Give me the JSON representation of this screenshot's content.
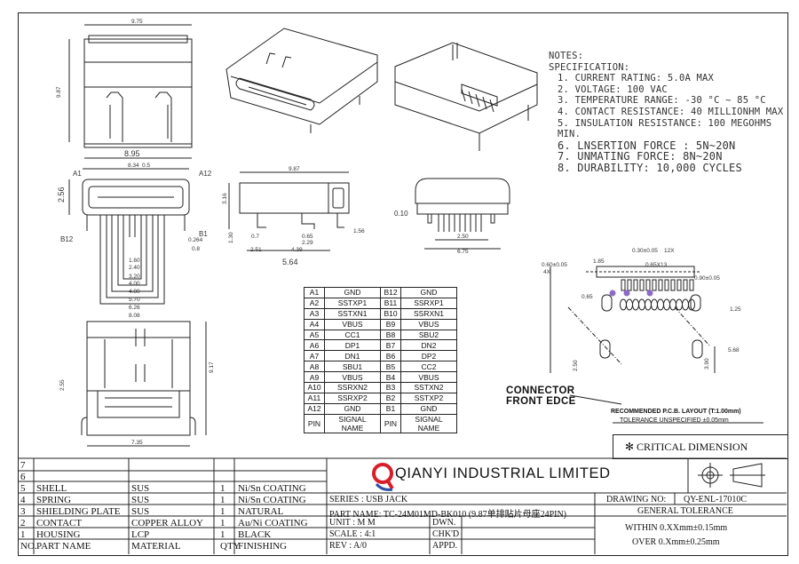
{
  "notes": {
    "heading1": "NOTES:",
    "heading2": "SPECIFICATION:",
    "items": [
      "1. CURRENT RATING: 5.0A MAX",
      "2. VOLTAGE: 100 VAC",
      "3. TEMPERATURE RANGE: -30 °C ~ 85 °C",
      "4. CONTACT RESISTANCE: 40 MILLIONHM MAX",
      "5. INSULATION RESISTANCE: 100 MEGOHMS MIN.",
      "6. LNSERTION FORCE : 5N~20N",
      "7. UNMATING FORCE: 8N~20N",
      "8. DURABILITY: 10,000 CYCLES"
    ]
  },
  "dimensions": {
    "top_width": "9.75",
    "top_height": "9.87",
    "top_bottom_width": "8.95",
    "front_a1": "A1",
    "front_a12": "A12",
    "front_b1": "B1",
    "front_b12": "B12",
    "front_width": "8.34",
    "front_height": "2.56",
    "front_pitch": "0.5",
    "front_pin_w": "0.264",
    "front_pin_h": "0.8",
    "front_rows": [
      "1.60",
      "2.40",
      "3.20",
      "4.00",
      "4.80",
      "5.70",
      "6.26",
      "8.08"
    ],
    "side_len": "9.87",
    "side_h": "3.16",
    "side_a": "0.7",
    "side_b": "0.65",
    "side_c": "2.29",
    "side_d": "4.39",
    "side_e": "2.51",
    "side_f": "1.56",
    "side_g": "1.30",
    "side_total": "5.64",
    "rear_flat": "0.10",
    "rear_a": "2.50",
    "rear_b": "6.75",
    "bottom_h": "9.17",
    "bottom_h2": "2.55",
    "bottom_w": "7.35"
  },
  "pin_table": {
    "rows": [
      [
        "A1",
        "GND",
        "B12",
        "GND"
      ],
      [
        "A2",
        "SSTXP1",
        "B11",
        "SSRXP1"
      ],
      [
        "A3",
        "SSTXN1",
        "B10",
        "SSRXN1"
      ],
      [
        "A4",
        "VBUS",
        "B9",
        "VBUS"
      ],
      [
        "A5",
        "CC1",
        "B8",
        "SBU2"
      ],
      [
        "A6",
        "DP1",
        "B7",
        "DN2"
      ],
      [
        "A7",
        "DN1",
        "B6",
        "DP2"
      ],
      [
        "A8",
        "SBU1",
        "B5",
        "CC2"
      ],
      [
        "A9",
        "VBUS",
        "B4",
        "VBUS"
      ],
      [
        "A10",
        "SSRXN2",
        "B3",
        "SSTXN2"
      ],
      [
        "A11",
        "SSRXP2",
        "B2",
        "SSTXP2"
      ],
      [
        "A12",
        "GND",
        "B1",
        "GND"
      ]
    ],
    "footer": [
      "PIN",
      "SIGNAL NAME",
      "PIN",
      "SIGNAL NAME"
    ]
  },
  "pcb": {
    "connector_label_1": "CONNECTOR",
    "connector_label_2": "FRONT EDCE",
    "layout_title": "RECOMMENDED   P.C.B.  LAYOUT  (T:1.00mm)",
    "layout_tol": "TOLERANCE  UNSPECIFIED  ±0.05mm",
    "dims": {
      "d1": "0.30±0.05",
      "d2": "12X",
      "d3": "0.60±0.05",
      "d4": "4X",
      "d5": "0.65X13",
      "d6": "1.25",
      "d7": "5.68",
      "d8": "3.90",
      "d9": "2.50",
      "d10": "0.90±0.05",
      "d11": "0.65",
      "d12": "1.85"
    }
  },
  "critical": "✻ CRITICAL  DIMENSION",
  "bom": {
    "rows": [
      {
        "no": "7",
        "name": "",
        "material": "",
        "qty": "",
        "finish": ""
      },
      {
        "no": "6",
        "name": "",
        "material": "",
        "qty": "",
        "finish": ""
      },
      {
        "no": "5",
        "name": "SHELL",
        "material": "SUS",
        "qty": "1",
        "finish": "Ni/Sn COATING"
      },
      {
        "no": "4",
        "name": "SPRING",
        "material": "SUS",
        "qty": "1",
        "finish": "Ni/Sn COATING"
      },
      {
        "no": "3",
        "name": "SHIELDING PLATE",
        "material": "SUS",
        "qty": "1",
        "finish": "NATURAL"
      },
      {
        "no": "2",
        "name": "CONTACT",
        "material": "COPPER ALLOY",
        "qty": "1",
        "finish": "Au/Ni COATING"
      },
      {
        "no": "1",
        "name": "HOUSING",
        "material": "LCP",
        "qty": "1",
        "finish": "BLACK"
      }
    ],
    "header": {
      "no": "NO.",
      "name": "PART NAME",
      "material": "MATERIAL",
      "qty": "QTY",
      "finish": "FINISHING"
    }
  },
  "title_block": {
    "company": "QIANYI  INDUSTRIAL  LIMITED",
    "series": "SERIES : USB JACK",
    "part_name": "PART NAME: TC-24M01MD-BK010  (9.87单排贴片母座24PIN)",
    "unit": "UNIT : M M",
    "scale": "SCALE : 4:1",
    "rev": "REV  : A/0",
    "dwn": "DWN.",
    "chkd": "CHK'D",
    "appd": "APPD.",
    "drawing_no_label": "DRAWING NO:",
    "drawing_no": "QY-ENL-17010C",
    "general_tol": "GENERAL TOLERANCE",
    "tol1": "WITHIN  0.XXmm±0.15mm",
    "tol2": "OVER   0.Xmm±0.25mm"
  },
  "colors": {
    "line": "#222222",
    "logo_red": "#d81e2a",
    "logo_blue": "#2a4fa3",
    "pad_purple": "#8b6bc7"
  }
}
